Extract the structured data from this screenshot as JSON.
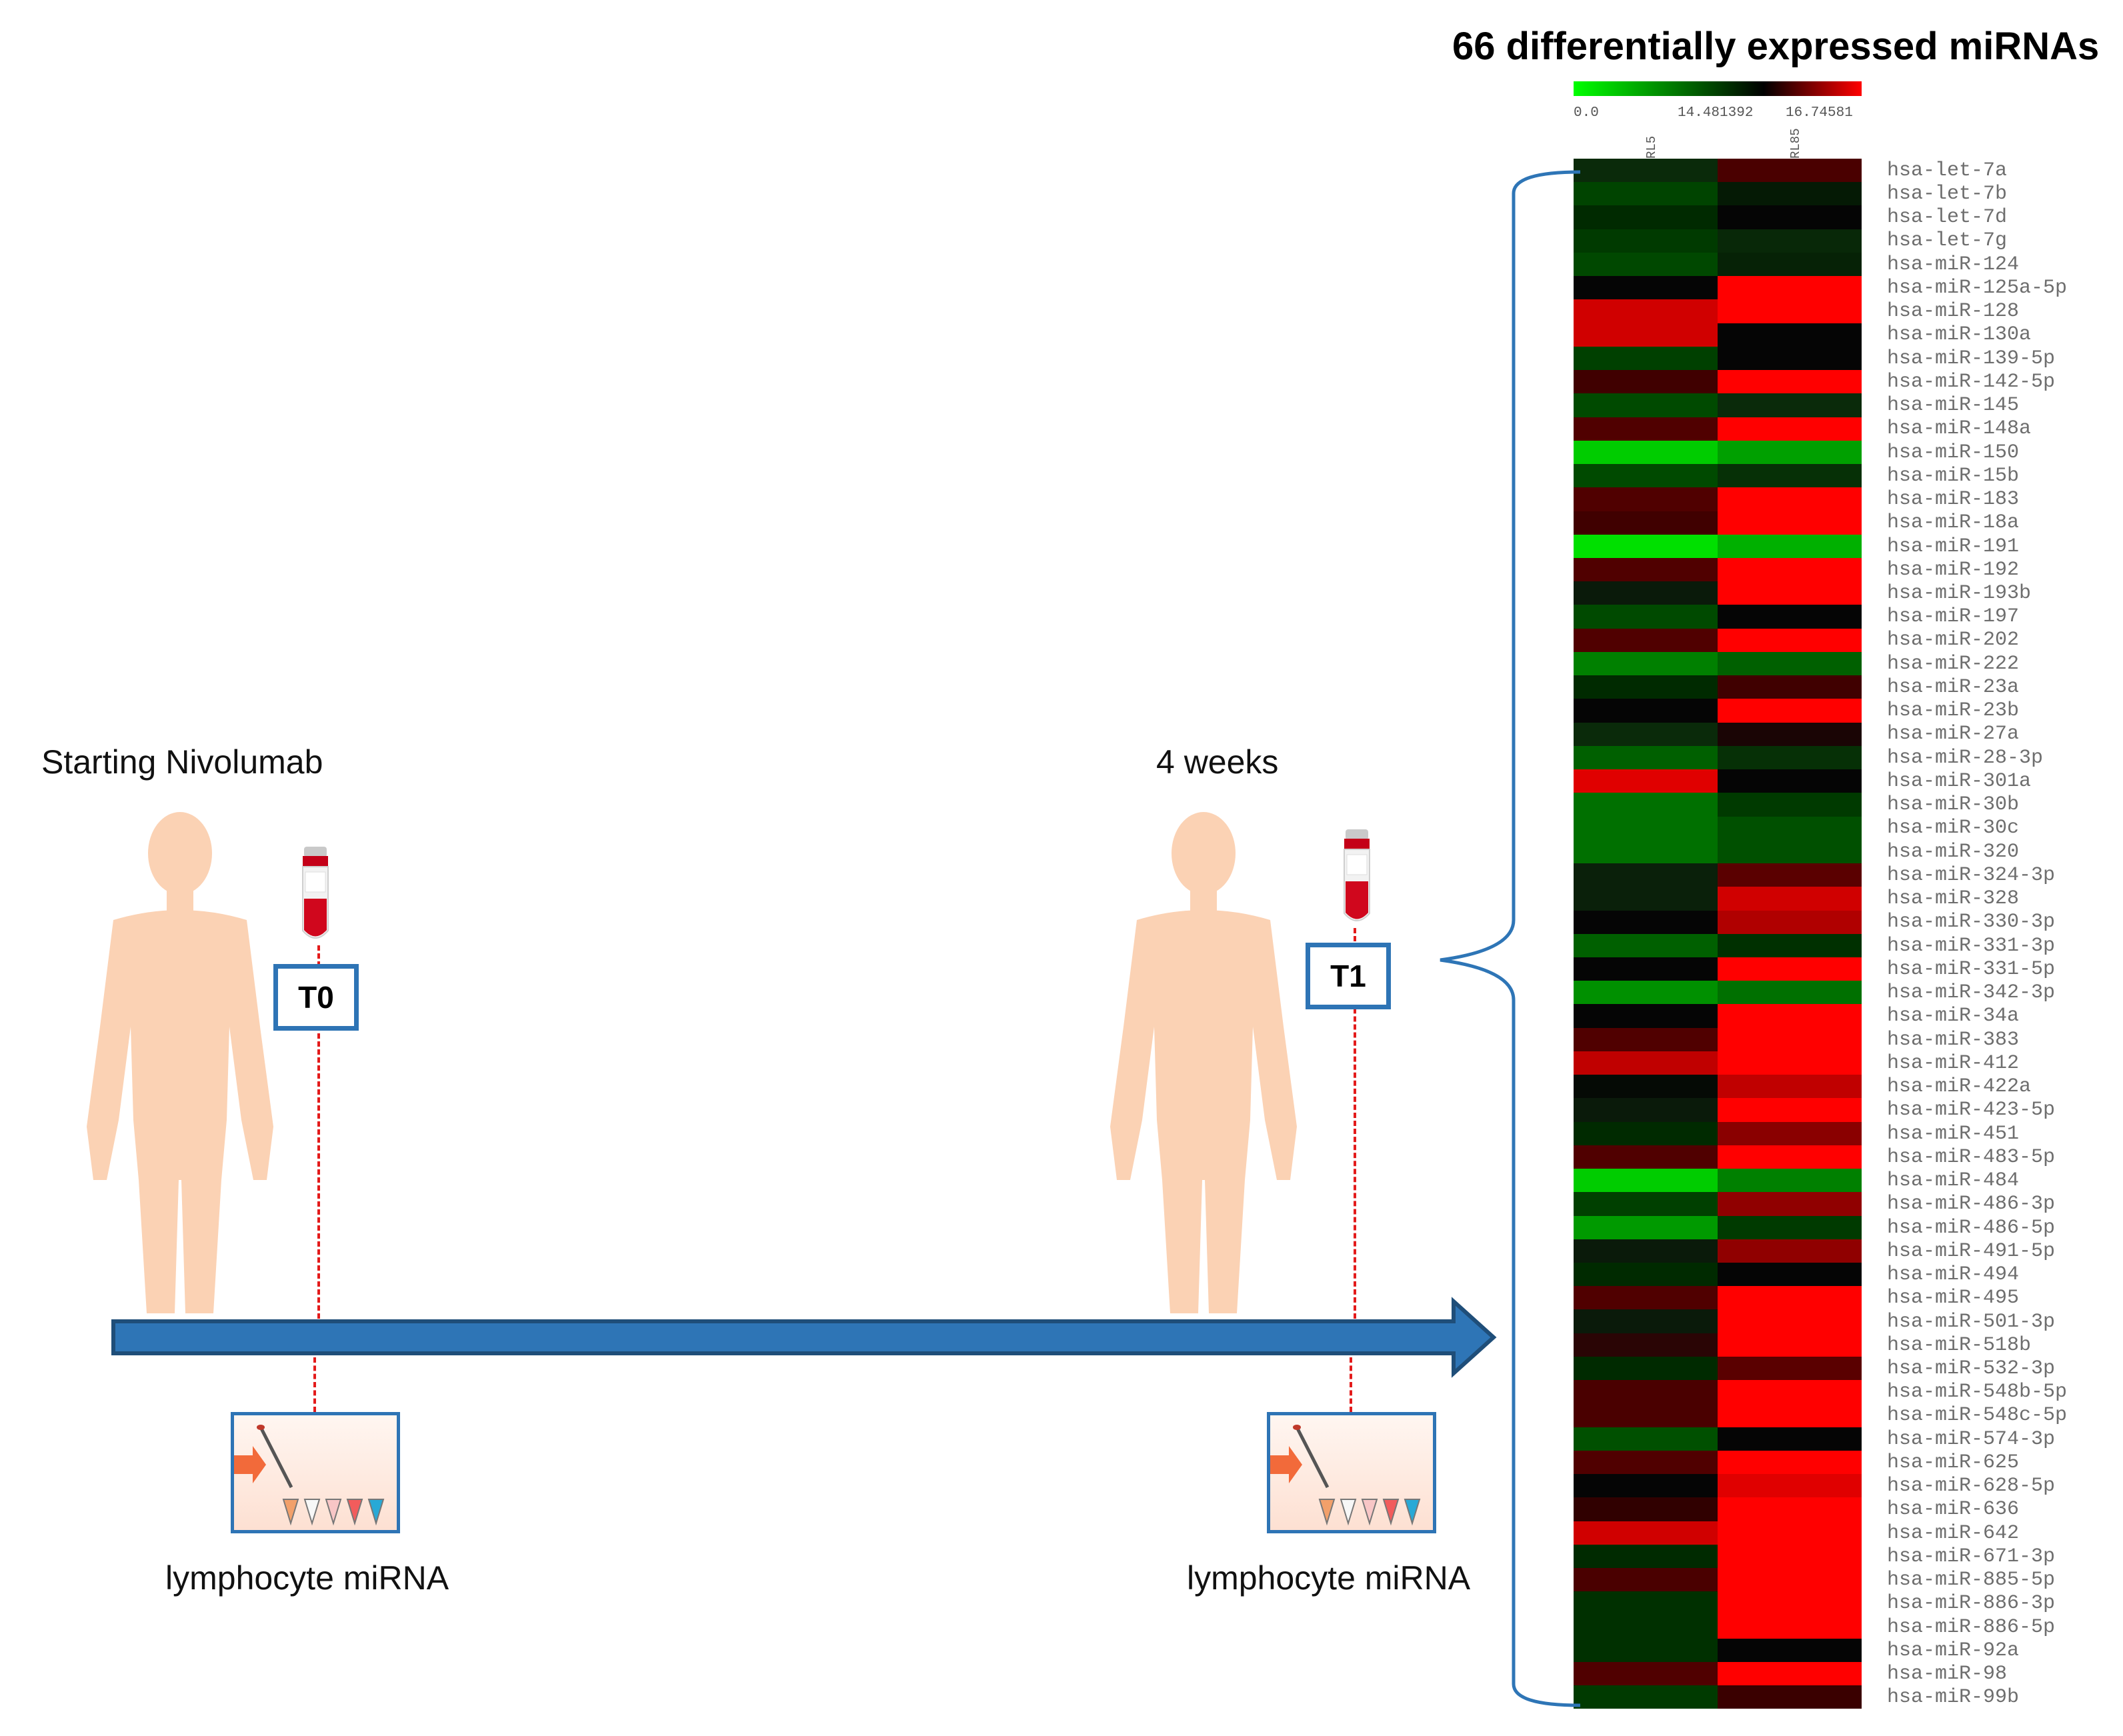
{
  "title": "66 differentially expressed miRNAs",
  "scale": {
    "min": "0.0",
    "mid": "14.481392",
    "max": "16.74581",
    "low_color": "#00ff00",
    "mid_color": "#000000",
    "high_color": "#ff0000"
  },
  "columns": [
    "RL5",
    "RL85"
  ],
  "timeline": {
    "start_label": "Starting Nivolumab",
    "end_label": "4 weeks",
    "t0": "T0",
    "t1": "T1",
    "sample_label_1": "lymphocyte miRNA",
    "sample_label_2": "lymphocyte miRNA",
    "arrow_color": "#2e75b6"
  },
  "chart_data": {
    "type": "heatmap",
    "title": "66 differentially expressed miRNAs",
    "columns": [
      "RL5",
      "RL85"
    ],
    "colorscale": {
      "min": 0.0,
      "mid": 14.481392,
      "max": 16.74581
    },
    "rows": [
      "hsa-let-7a",
      "hsa-let-7b",
      "hsa-let-7d",
      "hsa-let-7g",
      "hsa-miR-124",
      "hsa-miR-125a-5p",
      "hsa-miR-128",
      "hsa-miR-130a",
      "hsa-miR-139-5p",
      "hsa-miR-142-5p",
      "hsa-miR-145",
      "hsa-miR-148a",
      "hsa-miR-150",
      "hsa-miR-15b",
      "hsa-miR-183",
      "hsa-miR-18a",
      "hsa-miR-191",
      "hsa-miR-192",
      "hsa-miR-193b",
      "hsa-miR-197",
      "hsa-miR-202",
      "hsa-miR-222",
      "hsa-miR-23a",
      "hsa-miR-23b",
      "hsa-miR-27a",
      "hsa-miR-28-3p",
      "hsa-miR-301a",
      "hsa-miR-30b",
      "hsa-miR-30c",
      "hsa-miR-320",
      "hsa-miR-324-3p",
      "hsa-miR-328",
      "hsa-miR-330-3p",
      "hsa-miR-331-3p",
      "hsa-miR-331-5p",
      "hsa-miR-342-3p",
      "hsa-miR-34a",
      "hsa-miR-383",
      "hsa-miR-412",
      "hsa-miR-422a",
      "hsa-miR-423-5p",
      "hsa-miR-451",
      "hsa-miR-483-5p",
      "hsa-miR-484",
      "hsa-miR-486-3p",
      "hsa-miR-486-5p",
      "hsa-miR-491-5p",
      "hsa-miR-494",
      "hsa-miR-495",
      "hsa-miR-501-3p",
      "hsa-miR-518b",
      "hsa-miR-532-3p",
      "hsa-miR-548b-5p",
      "hsa-miR-548c-5p",
      "hsa-miR-574-3p",
      "hsa-miR-625",
      "hsa-miR-628-5p",
      "hsa-miR-636",
      "hsa-miR-642",
      "hsa-miR-671-3p",
      "hsa-miR-885-5p",
      "hsa-miR-886-3p",
      "hsa-miR-886-5p",
      "hsa-miR-92a",
      "hsa-miR-98",
      "hsa-miR-99b"
    ],
    "cell_colors": [
      [
        "#0a2a0a",
        "#4a0000"
      ],
      [
        "#004400",
        "#051a05"
      ],
      [
        "#002a00",
        "#050505"
      ],
      [
        "#003a00",
        "#082808"
      ],
      [
        "#004800",
        "#062206"
      ],
      [
        "#050505",
        "#ff0000"
      ],
      [
        "#d00000",
        "#ff0000"
      ],
      [
        "#d00000",
        "#050505"
      ],
      [
        "#004000",
        "#050505"
      ],
      [
        "#400000",
        "#ff0000"
      ],
      [
        "#004a00",
        "#0a2a0a"
      ],
      [
        "#500000",
        "#ff0000"
      ],
      [
        "#00cc00",
        "#00a000"
      ],
      [
        "#004a00",
        "#063006"
      ],
      [
        "#500000",
        "#ff0000"
      ],
      [
        "#400000",
        "#ff0000"
      ],
      [
        "#00e000",
        "#00b000"
      ],
      [
        "#500000",
        "#ff0000"
      ],
      [
        "#0a1a0a",
        "#ff0000"
      ],
      [
        "#004a00",
        "#050505"
      ],
      [
        "#500000",
        "#ff0000"
      ],
      [
        "#008000",
        "#006000"
      ],
      [
        "#002a00",
        "#400000"
      ],
      [
        "#050505",
        "#ff0000"
      ],
      [
        "#0a2a0a",
        "#1a0505"
      ],
      [
        "#006000",
        "#063006"
      ],
      [
        "#e00000",
        "#050505"
      ],
      [
        "#007000",
        "#003a00"
      ],
      [
        "#007000",
        "#005000"
      ],
      [
        "#007000",
        "#005000"
      ],
      [
        "#0a200a",
        "#5a0000"
      ],
      [
        "#0a200a",
        "#d00000"
      ],
      [
        "#050505",
        "#b00000"
      ],
      [
        "#006000",
        "#003000"
      ],
      [
        "#050505",
        "#ff0000"
      ],
      [
        "#009000",
        "#007000"
      ],
      [
        "#050505",
        "#ff0000"
      ],
      [
        "#500000",
        "#ff0000"
      ],
      [
        "#c00000",
        "#ff0000"
      ],
      [
        "#050a05",
        "#c00000"
      ],
      [
        "#0a1a0a",
        "#ff0000"
      ],
      [
        "#002a00",
        "#8a0000"
      ],
      [
        "#500000",
        "#ff0000"
      ],
      [
        "#00cc00",
        "#008000"
      ],
      [
        "#004000",
        "#900000"
      ],
      [
        "#009a00",
        "#003a00"
      ],
      [
        "#0a1a0a",
        "#900000"
      ],
      [
        "#002a00",
        "#050505"
      ],
      [
        "#500000",
        "#ff0000"
      ],
      [
        "#0a1a0a",
        "#ff0000"
      ],
      [
        "#2a0505",
        "#ff0000"
      ],
      [
        "#002a00",
        "#5a0000"
      ],
      [
        "#4a0000",
        "#ff0000"
      ],
      [
        "#4a0000",
        "#ff0000"
      ],
      [
        "#005000",
        "#050505"
      ],
      [
        "#500000",
        "#ff0000"
      ],
      [
        "#050505",
        "#e00000"
      ],
      [
        "#300000",
        "#ff0000"
      ],
      [
        "#d00000",
        "#ff0000"
      ],
      [
        "#002a00",
        "#ff0000"
      ],
      [
        "#4a0000",
        "#ff0000"
      ],
      [
        "#003000",
        "#ff0000"
      ],
      [
        "#003000",
        "#ff0000"
      ],
      [
        "#003000",
        "#050505"
      ],
      [
        "#500000",
        "#ff0000"
      ],
      [
        "#003a00",
        "#3a0000"
      ]
    ]
  }
}
